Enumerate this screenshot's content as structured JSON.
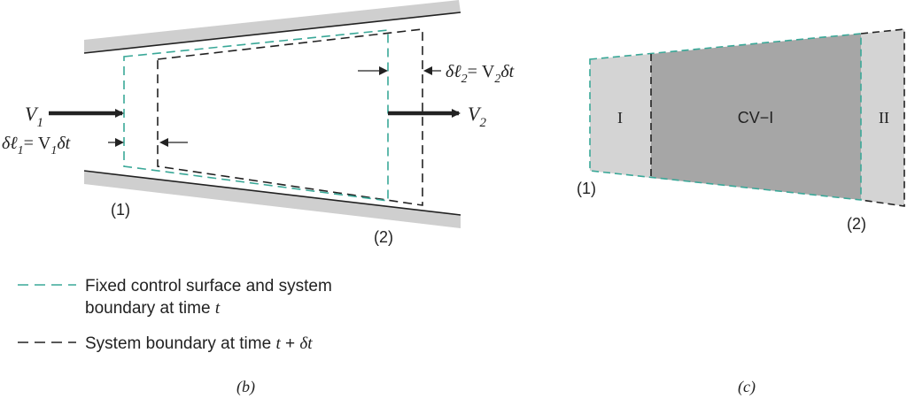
{
  "colors": {
    "wall": "#cfcfcf",
    "control_surface": "#3aa898",
    "system_boundary": "#222222",
    "region_light": "#d4d4d4",
    "region_dark": "#a6a6a6"
  },
  "figure_b": {
    "v1": "V",
    "v1_sub": "1",
    "v2": "V",
    "v2_sub": "2",
    "dl1_lhs": "δℓ",
    "dl1_sub": "1",
    "dl1_eq": "= V",
    "dl1_v_sub": "1",
    "dl1_dt": "δt",
    "dl2_lhs": "δℓ",
    "dl2_sub": "2",
    "dl2_eq": "= V",
    "dl2_v_sub": "2",
    "dl2_dt": "δt",
    "section1": "(1)",
    "section2": "(2)",
    "caption": "(b)"
  },
  "figure_c": {
    "region_i": "I",
    "region_cv": "CV−I",
    "region_ii": "II",
    "section1": "(1)",
    "section2": "(2)",
    "caption": "(c)"
  },
  "legend": {
    "control_line1": "Fixed control surface and system",
    "control_line2": "boundary at time ",
    "control_t": "t",
    "system_text": "System boundary at time ",
    "system_t": "t",
    "system_plus": " + ",
    "system_dt": "δt"
  }
}
